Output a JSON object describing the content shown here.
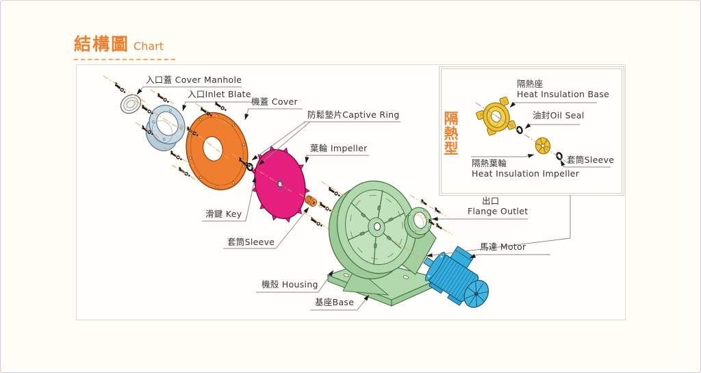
{
  "title": {
    "zh": "結構圖",
    "en": "Chart"
  },
  "diagram": {
    "labels": {
      "cover_manhole": "入口蓋 Cover Manhole",
      "inlet_blate": "入口Inlet Blate",
      "cover": "機蓋 Cover",
      "captive_ring": "防鬆墊片Captive Ring",
      "impeller": "葉輪 Impeller",
      "key": "滑鍵 Key",
      "sleeve": "套筒Sleeve",
      "housing": "機殼 Housing",
      "base": "基座Base",
      "flange_outlet_zh": "出口",
      "flange_outlet_en": "Flange Outlet",
      "motor": "馬達 Motor"
    }
  },
  "inset": {
    "type_label": "隔熱型",
    "labels": {
      "heat_insulation_base_zh": "隔熱座",
      "heat_insulation_base_en": "Heat Insulation Base",
      "oil_seal": "油封Oil Seal",
      "heat_insulation_impeller_zh": "隔熱葉輪",
      "heat_insulation_impeller_en": "Heat Insulation Impeller",
      "sleeve": "套筒Sleeve"
    }
  },
  "colors": {
    "accent_orange": "#EE7F2E",
    "cover_orange": "#EF7F2E",
    "inlet_blue": "#C6D7E1",
    "impeller_magenta": "#E61E7E",
    "housing_green": "#B2D9AE",
    "motor_blue": "#35AEDE",
    "insulation_yellow": "#F2C12E",
    "centerline_orange": "#F2A05E",
    "leader_gray": "#8A8A8A",
    "label_text": "#333333"
  }
}
